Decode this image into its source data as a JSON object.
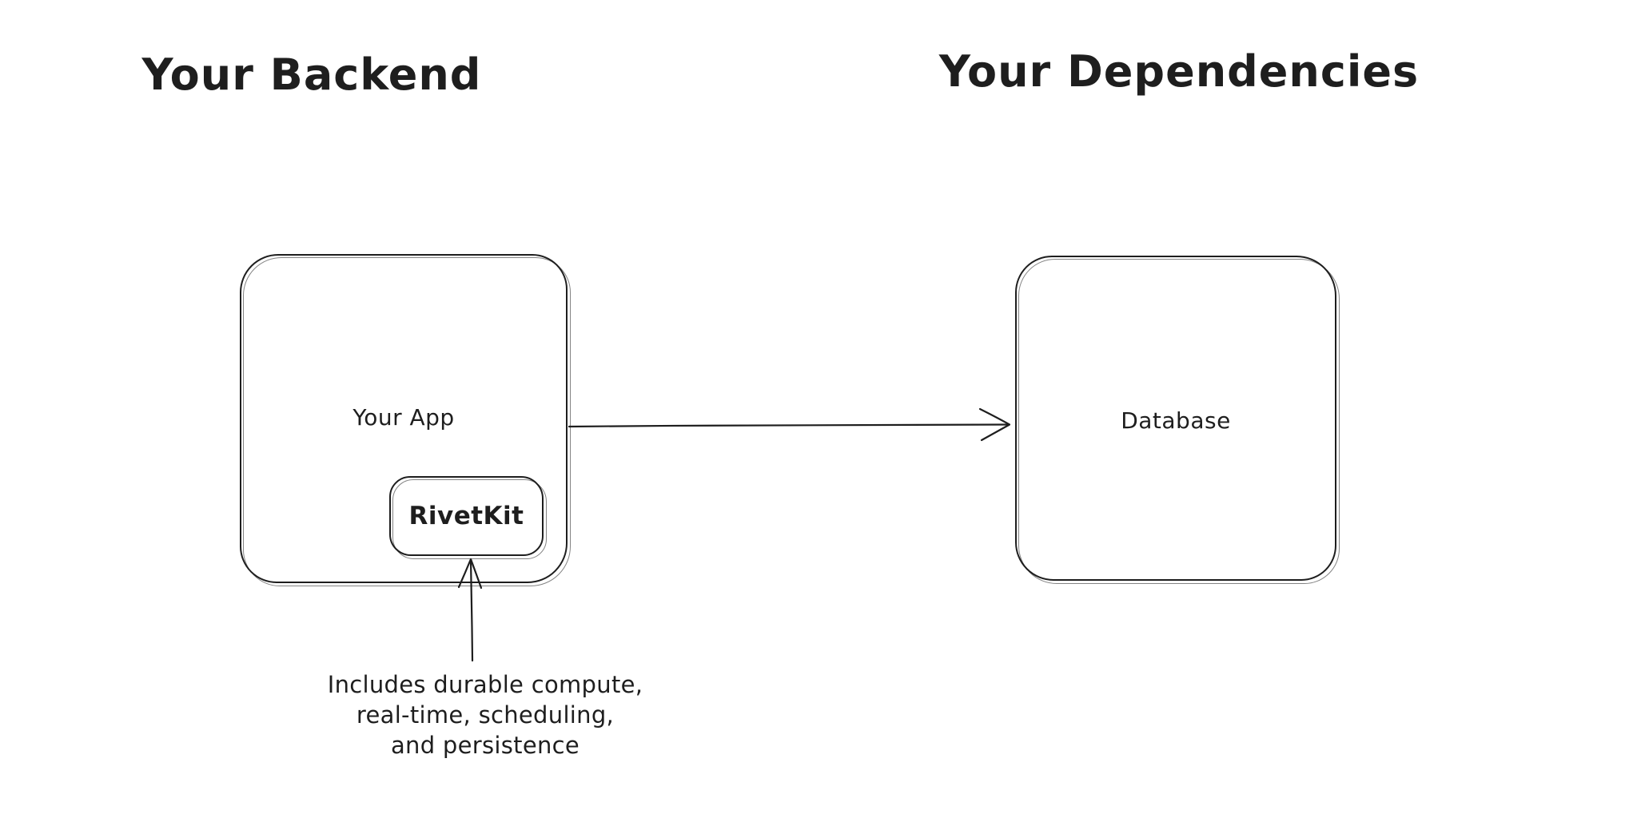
{
  "colors": {
    "stroke": "#1e1e1e",
    "background": "#ffffff"
  },
  "titles": {
    "left": "Your Backend",
    "right": "Your Dependencies"
  },
  "nodes": {
    "your_app": {
      "label": "Your App"
    },
    "rivetkit": {
      "label": "RivetKit"
    },
    "database": {
      "label": "Database"
    }
  },
  "annotation": {
    "line1": "Includes durable compute,",
    "line2": "real-time, scheduling,",
    "line3": "and persistence"
  },
  "arrows": [
    {
      "name": "app-to-database",
      "from": "your_app",
      "to": "database"
    },
    {
      "name": "annotation-to-rivetkit",
      "from": "annotation",
      "to": "rivetkit"
    }
  ]
}
